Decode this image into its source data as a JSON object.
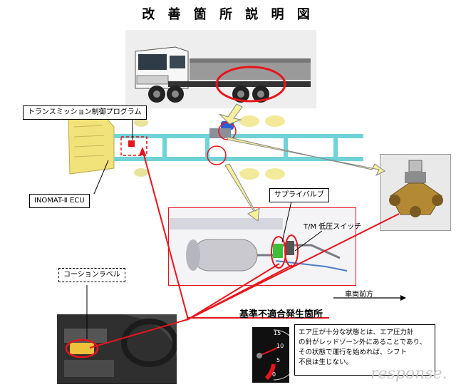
{
  "title": "改 善 箇 所 説 明 図",
  "labels": {
    "transmission_program": "トランスミッション制御プログラム",
    "inomat_ecu": "INOMAT-Ⅱ ECU",
    "supply_valve": "サプライバルブ",
    "tm_low_pressure_switch": "T/M 低圧スイッチ",
    "caution_label": "コーションラベル",
    "vehicle_front": "車両前方",
    "nonconformity_location": "基準不適合発生箇所"
  },
  "note_lines": [
    "エア圧が十分な状態とは、エア圧力計",
    "の針がレッドゾーン外にあることであり、",
    "その状態で運行を始めれば、シフト",
    "不良は生じない。"
  ],
  "gauge_ticks": [
    "15",
    "10",
    "5",
    "0"
  ],
  "watermark": "response.",
  "colors": {
    "highlight_red": "#e8141b",
    "callout_yellow": "#f5f09a",
    "frame_cyan": "#6fd3d8",
    "engine_yellow": "#f2e27a",
    "tank_gray": "#c9c9cf"
  }
}
